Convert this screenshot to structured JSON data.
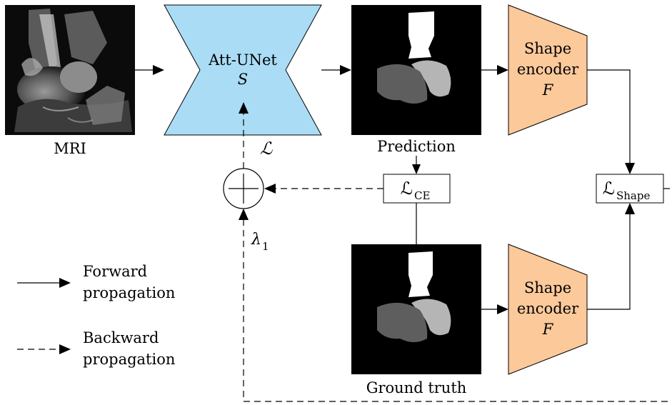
{
  "diagram": {
    "mri": {
      "caption": "MRI"
    },
    "unet": {
      "title": "Att-UNet",
      "symbol": "S",
      "fill": "#aadcf5"
    },
    "prediction": {
      "caption": "Prediction"
    },
    "ground_truth": {
      "caption": "Ground truth"
    },
    "shape_encoder_top": {
      "line1": "Shape",
      "line2": "encoder",
      "symbol": "F",
      "fill": "#fcc99b"
    },
    "shape_encoder_bottom": {
      "line1": "Shape",
      "line2": "encoder",
      "symbol": "F",
      "fill": "#fcc99b"
    },
    "loss_ce": {
      "symbol": "ℒ",
      "subscript": "CE"
    },
    "loss_shape": {
      "symbol": "ℒ",
      "subscript": "Shape"
    },
    "loss_total": {
      "symbol": "ℒ"
    },
    "lambda": {
      "symbol": "λ",
      "subscript": "1"
    },
    "legend": {
      "forward_line1": "Forward",
      "forward_line2": "propagation",
      "backward_line1": "Backward",
      "backward_line2": "propagation"
    }
  }
}
